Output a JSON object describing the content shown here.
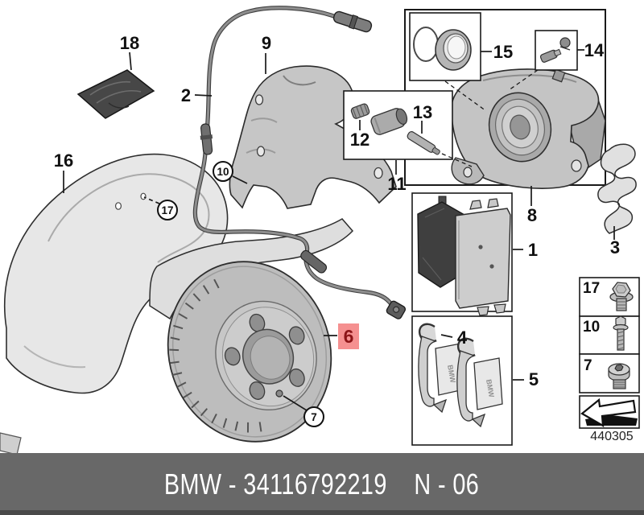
{
  "footer": {
    "part_label": "BMW - 34116792219",
    "revision": "N - 06"
  },
  "doc_number": "440305",
  "clip_stamp": "BMW",
  "highlight": {
    "selected_callout": "6",
    "bg_color": "#f59090",
    "text_color": "#8c1417"
  },
  "colors": {
    "footer_bar": "#686868",
    "line_art": "#1a1a1a",
    "paper": "#ffffff"
  },
  "callouts": {
    "n1": "1",
    "n2": "2",
    "n3": "3",
    "n4": "4",
    "n5": "5",
    "n6": "6",
    "n8": "8",
    "n9": "9",
    "n11": "11",
    "n12": "12",
    "n13": "13",
    "n14": "14",
    "n15": "15",
    "n16": "16",
    "n18": "18",
    "c7": "7",
    "c10": "10",
    "c17": "17",
    "b7": "7",
    "b10": "10",
    "b17": "17"
  }
}
